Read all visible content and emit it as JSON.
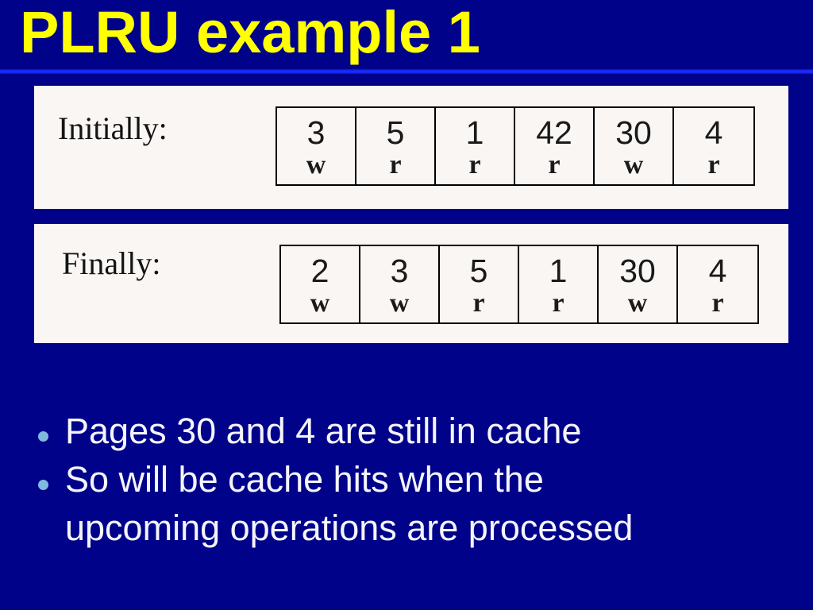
{
  "slide": {
    "title": "PLRU example 1",
    "colors": {
      "background": "#000389",
      "title_text": "#FFFF00",
      "divider_rule": "#1A2BFF",
      "panel_background": "#FAF6F4",
      "table_border": "#000000",
      "cell_text": "#1A1A1A",
      "bullet_marker": "#7FB9DE",
      "bullet_text": "#F5F4FC"
    },
    "rows": [
      {
        "label": "Initially:",
        "cells": [
          {
            "page": "3",
            "op": "w"
          },
          {
            "page": "5",
            "op": "r"
          },
          {
            "page": "1",
            "op": "r"
          },
          {
            "page": "42",
            "op": "r"
          },
          {
            "page": "30",
            "op": "w"
          },
          {
            "page": "4",
            "op": "r"
          }
        ]
      },
      {
        "label": "Finally:",
        "cells": [
          {
            "page": "2",
            "op": "w"
          },
          {
            "page": "3",
            "op": "w"
          },
          {
            "page": "5",
            "op": "r"
          },
          {
            "page": "1",
            "op": "r"
          },
          {
            "page": "30",
            "op": "w"
          },
          {
            "page": "4",
            "op": "r"
          }
        ]
      }
    ],
    "bullets": [
      {
        "lines": [
          "Pages 30 and 4 are still in cache"
        ]
      },
      {
        "lines": [
          "So will be cache hits when the",
          "upcoming operations are processed"
        ]
      }
    ]
  }
}
